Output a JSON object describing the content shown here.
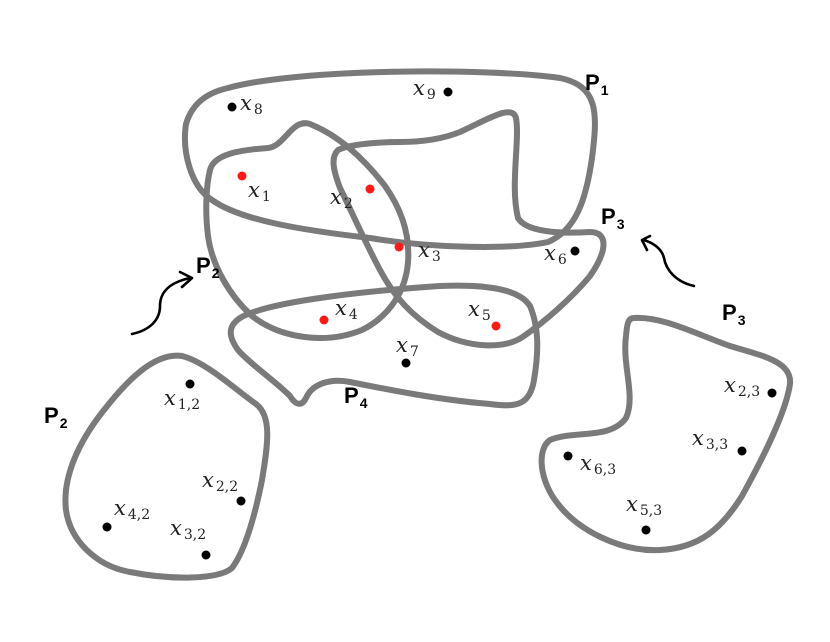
{
  "colors": {
    "region_stroke": "#7a7a7a",
    "point_normal": "#000000",
    "point_highlight": "#ff1a1a"
  },
  "points": [
    {
      "id": "x1",
      "var": "x",
      "sub": "1",
      "highlight": true
    },
    {
      "id": "x2",
      "var": "x",
      "sub": "2",
      "highlight": true
    },
    {
      "id": "x3",
      "var": "x",
      "sub": "3",
      "highlight": true
    },
    {
      "id": "x4",
      "var": "x",
      "sub": "4",
      "highlight": true
    },
    {
      "id": "x5",
      "var": "x",
      "sub": "5",
      "highlight": true
    },
    {
      "id": "x6",
      "var": "x",
      "sub": "6",
      "highlight": false
    },
    {
      "id": "x7",
      "var": "x",
      "sub": "7",
      "highlight": false
    },
    {
      "id": "x8",
      "var": "x",
      "sub": "8",
      "highlight": false
    },
    {
      "id": "x9",
      "var": "x",
      "sub": "9",
      "highlight": false
    },
    {
      "id": "x12",
      "var": "x",
      "sub": "1,2",
      "highlight": false
    },
    {
      "id": "x22",
      "var": "x",
      "sub": "2,2",
      "highlight": false
    },
    {
      "id": "x32",
      "var": "x",
      "sub": "3,2",
      "highlight": false
    },
    {
      "id": "x42",
      "var": "x",
      "sub": "4,2",
      "highlight": false
    },
    {
      "id": "x23",
      "var": "x",
      "sub": "2,3",
      "highlight": false
    },
    {
      "id": "x33",
      "var": "x",
      "sub": "3,3",
      "highlight": false
    },
    {
      "id": "x63",
      "var": "x",
      "sub": "6,3",
      "highlight": false
    },
    {
      "id": "x53",
      "var": "x",
      "sub": "5,3",
      "highlight": false
    }
  ],
  "partition_labels": [
    {
      "id": "P1",
      "base": "P",
      "sub": "1"
    },
    {
      "id": "P2_main",
      "base": "P",
      "sub": "2"
    },
    {
      "id": "P3_main",
      "base": "P",
      "sub": "3"
    },
    {
      "id": "P4",
      "base": "P",
      "sub": "4"
    },
    {
      "id": "P2_part",
      "base": "P",
      "sub": "2"
    },
    {
      "id": "P3_part",
      "base": "P",
      "sub": "3"
    }
  ]
}
